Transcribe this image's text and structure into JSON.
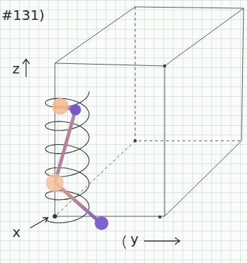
{
  "diagram": {
    "labels": [
      "#131)",
      "z",
      "x",
      "y"
    ]
  }
}
